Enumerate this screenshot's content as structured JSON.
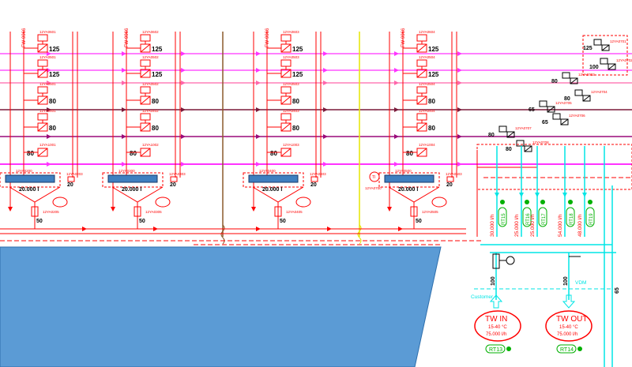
{
  "colors": {
    "red": "#ff0000",
    "magenta": "#ff33ff",
    "pink": "#ff66aa",
    "purple": "#9a0a7a",
    "maroon": "#7a1a3a",
    "cyan": "#00e5e5",
    "green": "#00b000",
    "blue_tank": "#3f7fc0",
    "yellow": "#e6e600",
    "brown": "#8b5a2b",
    "overlay": "#5b9bd5",
    "dark": "#000000"
  },
  "units": [
    {
      "fw": "FW 9966",
      "tank_volume": "20.000 l",
      "tag_tank": "12YA0200",
      "tag_bottom": "12YA0205",
      "side": "12YA0203",
      "side_num": "20",
      "bottom_num": "50",
      "valves": [
        {
          "tag": "12YA0601",
          "size": "125"
        },
        {
          "tag": "12YA0501",
          "size": "125"
        },
        {
          "tag": "12YA0501",
          "size": "80"
        },
        {
          "tag": "12YA0401",
          "size": "80"
        },
        {
          "tag": "12YA1001",
          "size": "80"
        }
      ]
    },
    {
      "fw": "FW 9966",
      "tank_volume": "20.000 l",
      "tag_tank": "12YA0300",
      "tag_bottom": "12YA0305",
      "side": "12YA0303",
      "side_num": "20",
      "bottom_num": "50",
      "valves": [
        {
          "tag": "12YA0602",
          "size": "125"
        },
        {
          "tag": "12YA0502",
          "size": "125"
        },
        {
          "tag": "12YA0502",
          "size": "80"
        },
        {
          "tag": "12YA0402",
          "size": "80"
        },
        {
          "tag": "12YA1002",
          "size": "80"
        }
      ]
    },
    {
      "fw": "FW 9966",
      "tank_volume": "20.000 l",
      "tag_tank": "12YA0400",
      "tag_bottom": "12YA0405",
      "side": "12YA0403",
      "side_num": "20",
      "bottom_num": "50",
      "valves": [
        {
          "tag": "12YA0603",
          "size": "125"
        },
        {
          "tag": "12YA0503",
          "size": "125"
        },
        {
          "tag": "12YA0503",
          "size": "80"
        },
        {
          "tag": "12YA0403",
          "size": "80"
        },
        {
          "tag": "12YA1003",
          "size": "80"
        }
      ]
    },
    {
      "fw": "FW 9966",
      "tank_volume": "20.000 l",
      "tag_tank": "12YA0500",
      "tag_bottom": "12YA0505",
      "side": "12YA0503",
      "side_num": "20",
      "bottom_num": "50",
      "valves": [
        {
          "tag": "12YA0604",
          "size": "125"
        },
        {
          "tag": "12YA0504",
          "size": "125"
        },
        {
          "tag": "12YA0504",
          "size": "80"
        },
        {
          "tag": "12YA0404",
          "size": "80"
        },
        {
          "tag": "12YA1004",
          "size": "80"
        }
      ]
    }
  ],
  "center_instrument": {
    "label": "TI",
    "tag": "12YA0700"
  },
  "right_valves": [
    {
      "size": "125",
      "tag": "12YA0701"
    },
    {
      "size": "100",
      "tag": "12YA0702"
    },
    {
      "size": "80",
      "tag": "12YA0703"
    },
    {
      "size": "80",
      "tag": "12YA0704"
    },
    {
      "size": "65",
      "tag": "12YA0705"
    },
    {
      "size": "65",
      "tag": "12YA0706"
    },
    {
      "size": "80",
      "tag": "12YA0707"
    },
    {
      "size": "80",
      "tag": "12YA0708"
    }
  ],
  "flow_branches": [
    {
      "flow": "30.000 l/h",
      "tag": "RT15"
    },
    {
      "flow": "25.000 l/h",
      "tag": "RT16"
    },
    {
      "flow": "25.000 l/h",
      "tag": "RT17"
    },
    {
      "flow": "54.000 l/h",
      "tag": "RT18"
    },
    {
      "flow": "48.000 l/h",
      "tag": "RT19"
    }
  ],
  "pipe_sizes": {
    "left": "100",
    "middle": "100",
    "right": "65"
  },
  "customer_label": "Customer",
  "vdm_label": "VDM",
  "tw_in": {
    "title": "TW IN",
    "temp": "15-40 °C",
    "flow": "75.000 l/h",
    "tag": "RT13"
  },
  "tw_out": {
    "title": "TW OUT",
    "temp": "15-40 °C",
    "flow": "75.000 l/h",
    "tag": "RT14"
  },
  "overlay_shape": "blue trapezoid panel"
}
